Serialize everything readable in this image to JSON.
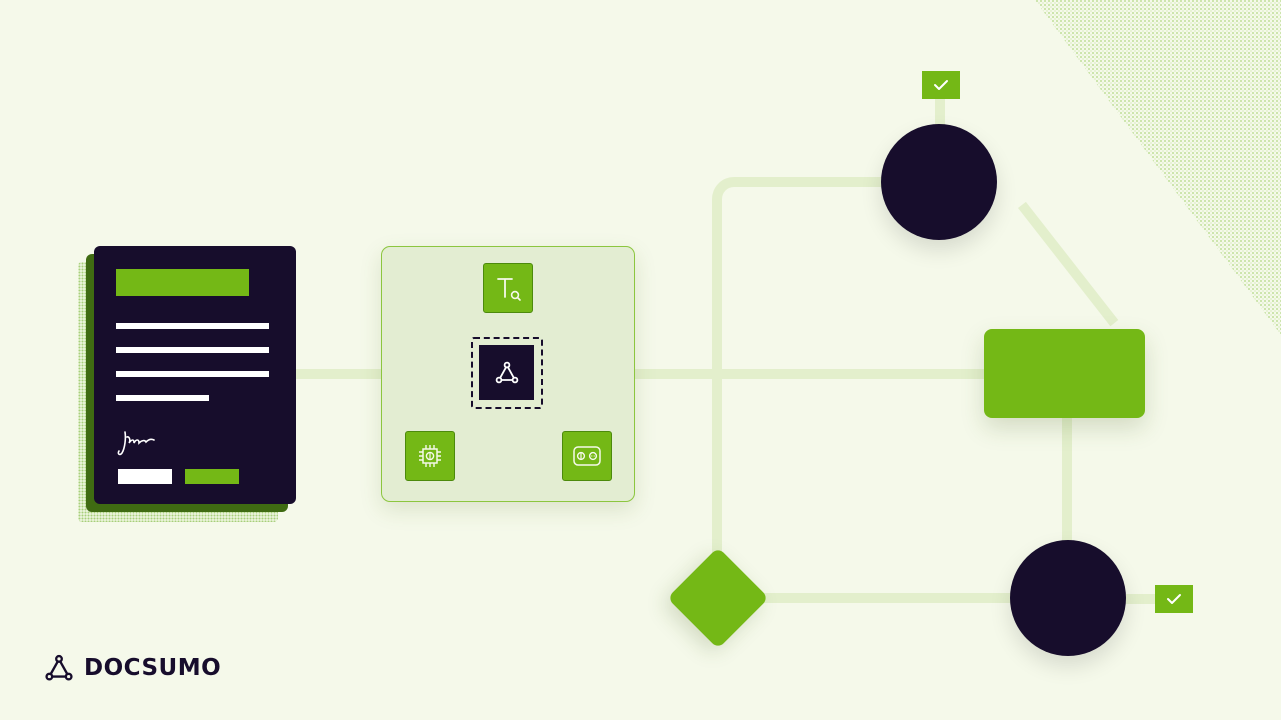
{
  "colors": {
    "background": "#f5f9ea",
    "accent_green": "#74b816",
    "dark": "#170d2c",
    "connector": "#e3efcc"
  },
  "document": {
    "icons": [
      "signature-icon"
    ]
  },
  "panel": {
    "tools": [
      "text-search-icon",
      "docsumo-mark-icon",
      "cpu-chip-icon",
      "connector-plug-icon"
    ]
  },
  "flow": {
    "nodes": [
      "circle-top",
      "rectangle-right",
      "diamond-bottom",
      "circle-bottom"
    ],
    "checks": [
      "check-icon",
      "check-icon"
    ]
  },
  "brand": {
    "name": "DOCSUMO",
    "icon": "docsumo-logo-icon"
  }
}
